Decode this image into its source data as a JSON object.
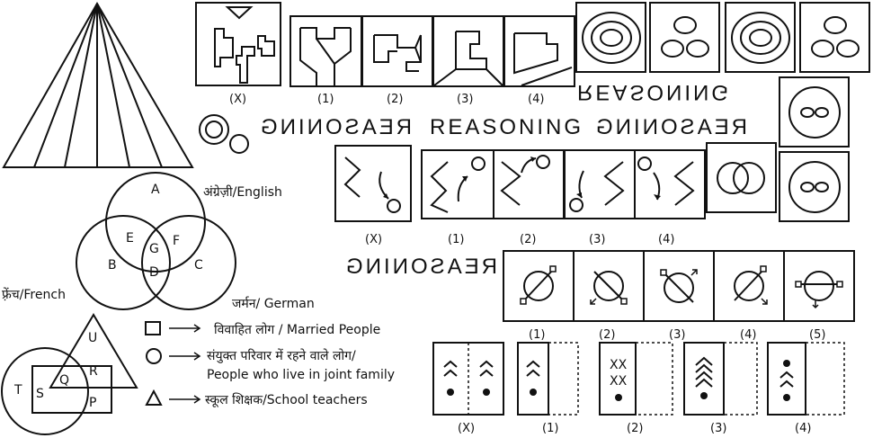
{
  "figure_labels": {
    "row1": [
      "(X)",
      "(1)",
      "(2)",
      "(3)",
      "(4)"
    ],
    "row2": [
      "(X)",
      "(1)",
      "(2)",
      "(3)",
      "(4)"
    ],
    "row3": [
      "(1)",
      "(2)",
      "(3)",
      "(4)",
      "(5)"
    ],
    "row4": [
      "(X)",
      "(1)",
      "(2)",
      "(3)",
      "(4)"
    ]
  },
  "words": {
    "reasoning_upside_down": "REASONING",
    "reasoning_mirrored_left": "REASONING",
    "reasoning_normal": "REASONING",
    "reasoning_mirrored_right": "REASONING",
    "reasoning_bottom_upside_down": "REASONING"
  },
  "venn3": {
    "region_letters": [
      "A",
      "B",
      "C",
      "D",
      "E",
      "F",
      "G"
    ],
    "set_labels": {
      "english": "अंग्रेज़ी/English",
      "french": "फ़्रेंच/French",
      "german": "जर्मन/ German"
    }
  },
  "venn_shapes": {
    "region_letters": [
      "U",
      "R",
      "P",
      "Q",
      "S",
      "T"
    ],
    "legend": [
      {
        "symbol": "square",
        "text": "विवाहित लोग / Married People"
      },
      {
        "symbol": "circle",
        "text": "संयुक्त परिवार में रहने वाले लोग/"
      },
      {
        "symbol": "none",
        "text": "People who live in joint family"
      },
      {
        "symbol": "triangle",
        "text": "स्कूल शिक्षक/School teachers"
      }
    ]
  }
}
